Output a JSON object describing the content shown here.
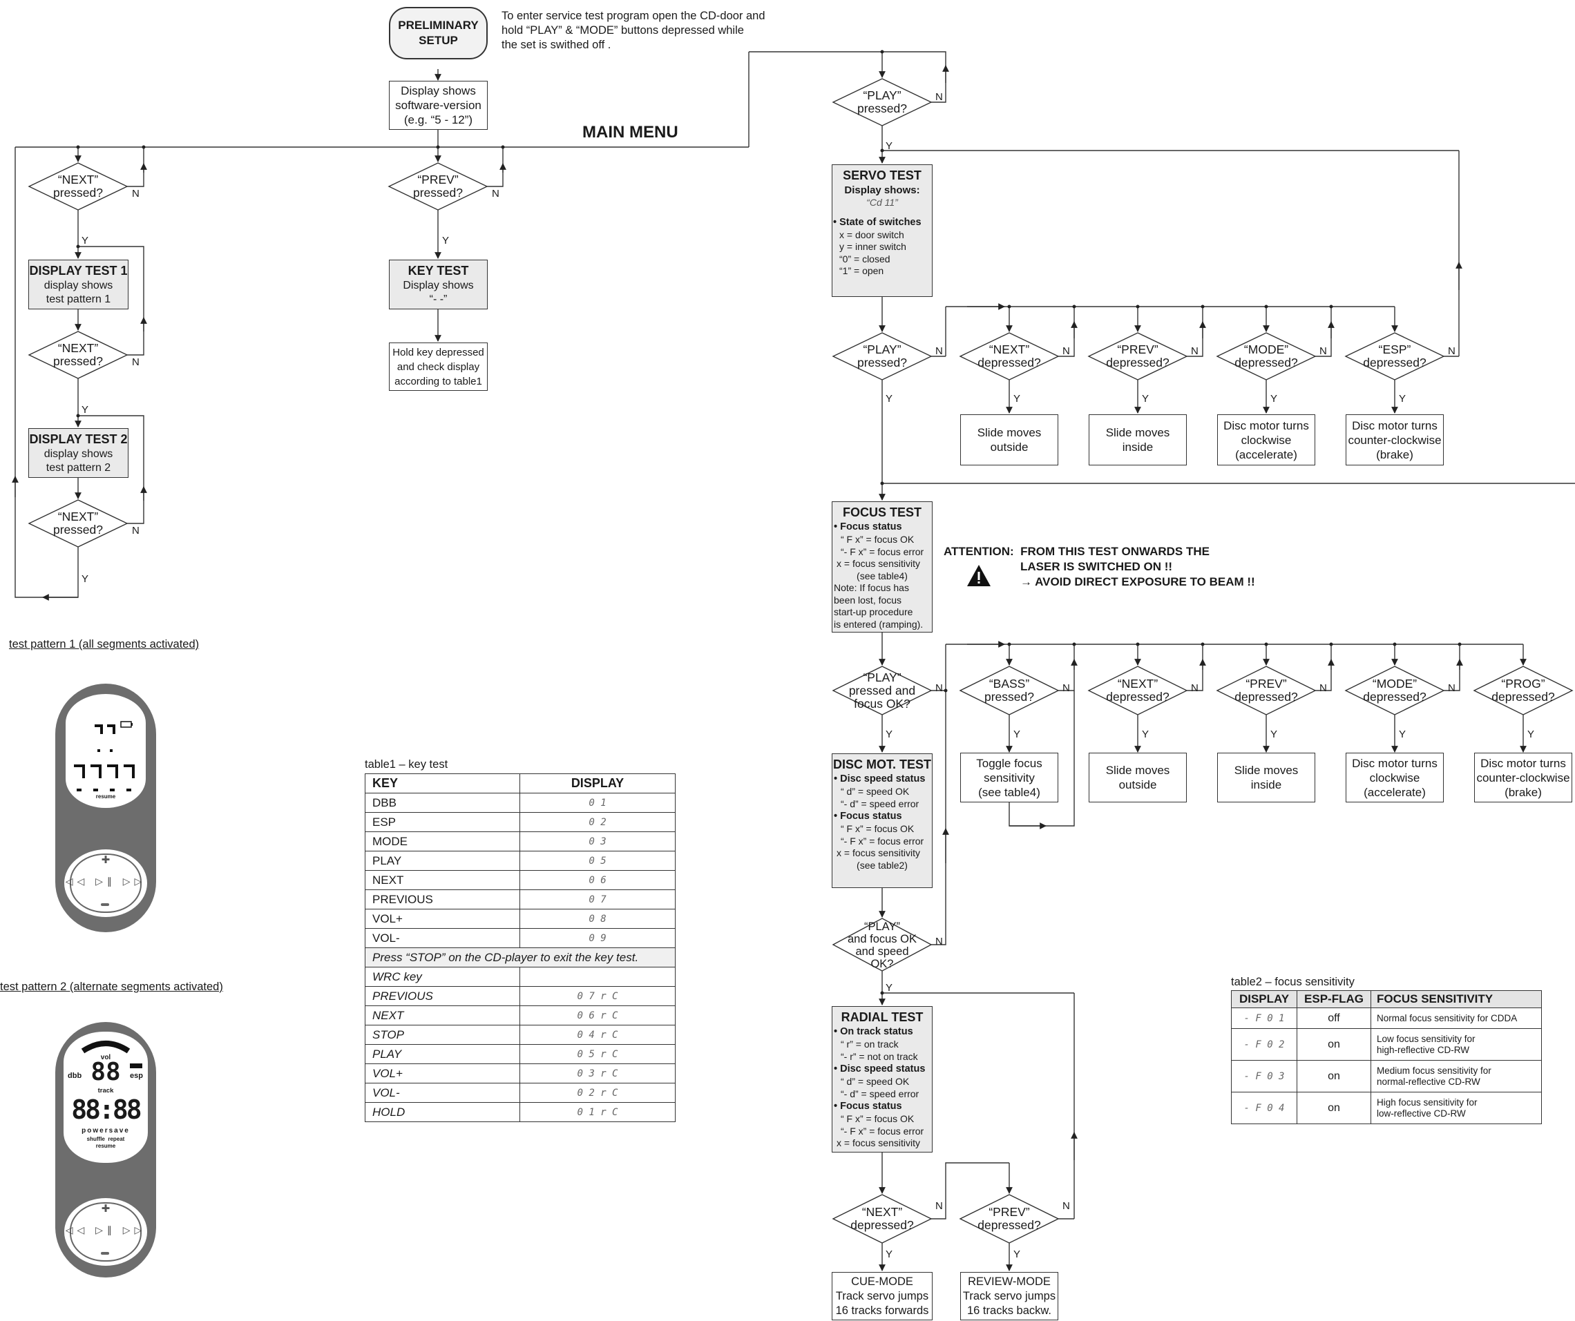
{
  "prelim": {
    "title": "PRELIMINARY\nSETUP",
    "instruction": "To enter service test program open the CD-door and\nhold “PLAY” & “MODE” buttons depressed while\nthe set is swithed off ."
  },
  "software_box": "Display shows\nsoftware-version\n(e.g. “5 - 12”)",
  "main_menu": "MAIN MENU",
  "labels": {
    "yes": "Y",
    "no": "N"
  },
  "decisions": {
    "next_pressed": "“NEXT”\npressed?",
    "prev_pressed": "“PREV”\npressed?",
    "play_pressed": "“PLAY”\npressed?",
    "next_depressed": "“NEXT”\ndepressed?",
    "prev_depressed": "“PREV”\ndepressed?",
    "mode_depressed": "“MODE”\ndepressed?",
    "esp_depressed": "“ESP”\ndepressed?",
    "play_focus": "“PLAY”\npressed and\nfocus OK?",
    "bass_pressed": "“BASS”\npressed?",
    "prog_depressed": "“PROG”\ndepressed?",
    "play_focus_speed": "“PLAY”\nand focus OK\nand speed\nOK?"
  },
  "display_test_1": {
    "title": "DISPLAY TEST 1",
    "body": "display shows\ntest pattern 1"
  },
  "display_test_2": {
    "title": "DISPLAY TEST 2",
    "body": "display shows\ntest pattern 2"
  },
  "key_test": {
    "title": "KEY TEST",
    "body": "Display shows\n“- -”"
  },
  "hold_key": "Hold key depressed\nand check display\naccording to table1",
  "servo_test": {
    "title": "SERVO TEST",
    "sub": "Display shows:",
    "code": "“Cd 11”",
    "switch_title": "• State of switches",
    "switch_lines": [
      "x = door switch",
      "y = inner switch",
      "“0” = closed",
      "“1” = open"
    ]
  },
  "actions": {
    "slide_outside": "Slide moves\noutside",
    "slide_inside": "Slide moves\ninside",
    "disc_cw": "Disc motor turns\nclockwise\n(accelerate)",
    "disc_ccw": "Disc motor turns\ncounter-clockwise\n(brake)",
    "toggle_focus": "Toggle focus\nsensitivity\n(see table4)",
    "cue_mode": "CUE-MODE\nTrack servo jumps\n16 tracks forwards",
    "review_mode": "REVIEW-MODE\nTrack servo jumps\n16 tracks backw."
  },
  "focus_test": {
    "title": "FOCUS TEST",
    "lines": [
      "• Focus status",
      "“ F x” = focus OK",
      "“- F x” = focus error",
      "x = focus sensitivity",
      "(see table4)",
      "Note: If focus has",
      "been lost, focus",
      "start-up procedure",
      "is entered (ramping)."
    ]
  },
  "attention": {
    "line1": "ATTENTION:  FROM THIS TEST ONWARDS THE",
    "line2": "LASER IS SWITCHED ON !!",
    "line3": "→ AVOID DIRECT EXPOSURE TO BEAM !!"
  },
  "disc_mot_test": {
    "title": "DISC MOT. TEST",
    "lines": [
      "• Disc speed status",
      "“ d” = speed OK",
      "“- d” = speed error",
      "• Focus status",
      "“ F x” = focus OK",
      "“- F x” = focus error",
      "x = focus sensitivity",
      "(see table2)"
    ]
  },
  "radial_test": {
    "title": "RADIAL TEST",
    "lines": [
      "• On track status",
      "“ r” = on track",
      "“- r” = not on track",
      "• Disc speed status",
      "“ d” = speed OK",
      "“- d” = speed error",
      "• Focus status",
      "“ F x” = focus OK",
      "“- F x” = focus error",
      "x = focus sensitivity"
    ]
  },
  "pattern1": {
    "caption": "test pattern 1 (all segments activated)",
    "resume": "resume"
  },
  "pattern2": {
    "caption": "test pattern 2 (alternate segments activated)",
    "vol": "vol",
    "dbb": "dbb",
    "esp": "esp",
    "track": "track",
    "big_track": "88",
    "big_time": "88:88",
    "powersave": "powersave",
    "shuffle": "shuffle  repeat",
    "resume": "resume"
  },
  "table1": {
    "caption": "table1 – key test",
    "headers": [
      "KEY",
      "DISPLAY"
    ],
    "rows": [
      [
        "DBB",
        "0 1"
      ],
      [
        "ESP",
        "0 2"
      ],
      [
        "MODE",
        "0 3"
      ],
      [
        "PLAY",
        "0 5"
      ],
      [
        "NEXT",
        "0 6"
      ],
      [
        "PREVIOUS",
        "0 7"
      ],
      [
        "VOL+",
        "0 8"
      ],
      [
        "VOL-",
        "0 9"
      ]
    ],
    "note": "Press “STOP” on the CD-player to exit the key test.",
    "wrc_label": "WRC key",
    "wrc_rows": [
      [
        "PREVIOUS",
        "0 7 r C"
      ],
      [
        "NEXT",
        "0 6 r C"
      ],
      [
        "STOP",
        "0 4 r C"
      ],
      [
        "PLAY",
        "0 5 r C"
      ],
      [
        "VOL+",
        "0 3 r C"
      ],
      [
        "VOL-",
        "0 2 r C"
      ],
      [
        "HOLD",
        "0 1 r C"
      ]
    ]
  },
  "table2": {
    "caption": "table2 – focus sensitivity",
    "headers": [
      "DISPLAY",
      "ESP-FLAG",
      "FOCUS SENSITIVITY"
    ],
    "rows": [
      [
        "- F  0 1",
        "off",
        "Normal focus sensitivity for CDDA"
      ],
      [
        "- F  0 2",
        "on",
        "Low focus sensitivity for\nhigh-reflective CD-RW"
      ],
      [
        "- F  0 3",
        "on",
        "Medium focus sensitivity for\nnormal-reflective CD-RW"
      ],
      [
        "- F  0 4",
        "on",
        "High focus sensitivity for\nlow-reflective CD-RW"
      ]
    ]
  }
}
